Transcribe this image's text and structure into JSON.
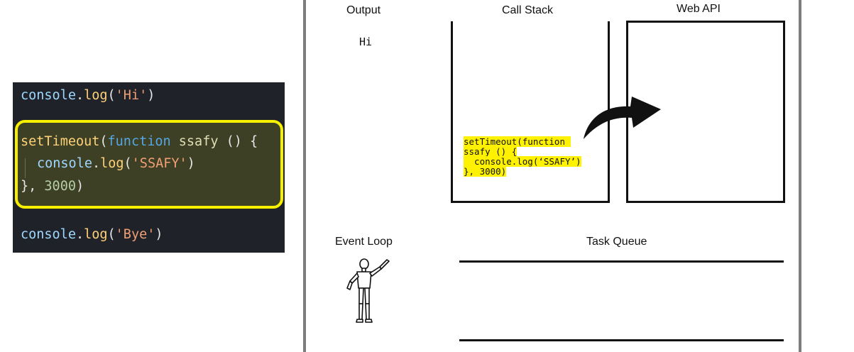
{
  "code": {
    "line1": {
      "obj": "console",
      "dot": ".",
      "fn": "log",
      "open": "(",
      "str": "'Hi'",
      "close": ")"
    },
    "line2": {
      "fn": "setTimeout",
      "open": "(",
      "kw": "function",
      "name": " ssafy",
      "rest": " () {"
    },
    "line3": {
      "obj": "console",
      "dot": ".",
      "fn": "log",
      "open": "(",
      "str": "'SSAFY'",
      "close": ")"
    },
    "line4": {
      "brace": "}, ",
      "num": "3000",
      "close": ")"
    },
    "line5": {
      "obj": "console",
      "dot": ".",
      "fn": "log",
      "open": "(",
      "str": "'Bye'",
      "close": ")"
    }
  },
  "diagram": {
    "output_label": "Output",
    "output_value": "Hi",
    "call_stack_label": "Call Stack",
    "web_api_label": "Web API",
    "event_loop_label": "Event Loop",
    "task_queue_label": "Task Queue",
    "stack_frame_lines": [
      "setTimeout(function ",
      "ssafy () {",
      "  console.log(‘SSAFY’)",
      "}, 3000)"
    ]
  },
  "colors": {
    "highlight_border": "#f6ef00",
    "stack_highlight": "#fff200",
    "code_bg": "#1f2228"
  }
}
